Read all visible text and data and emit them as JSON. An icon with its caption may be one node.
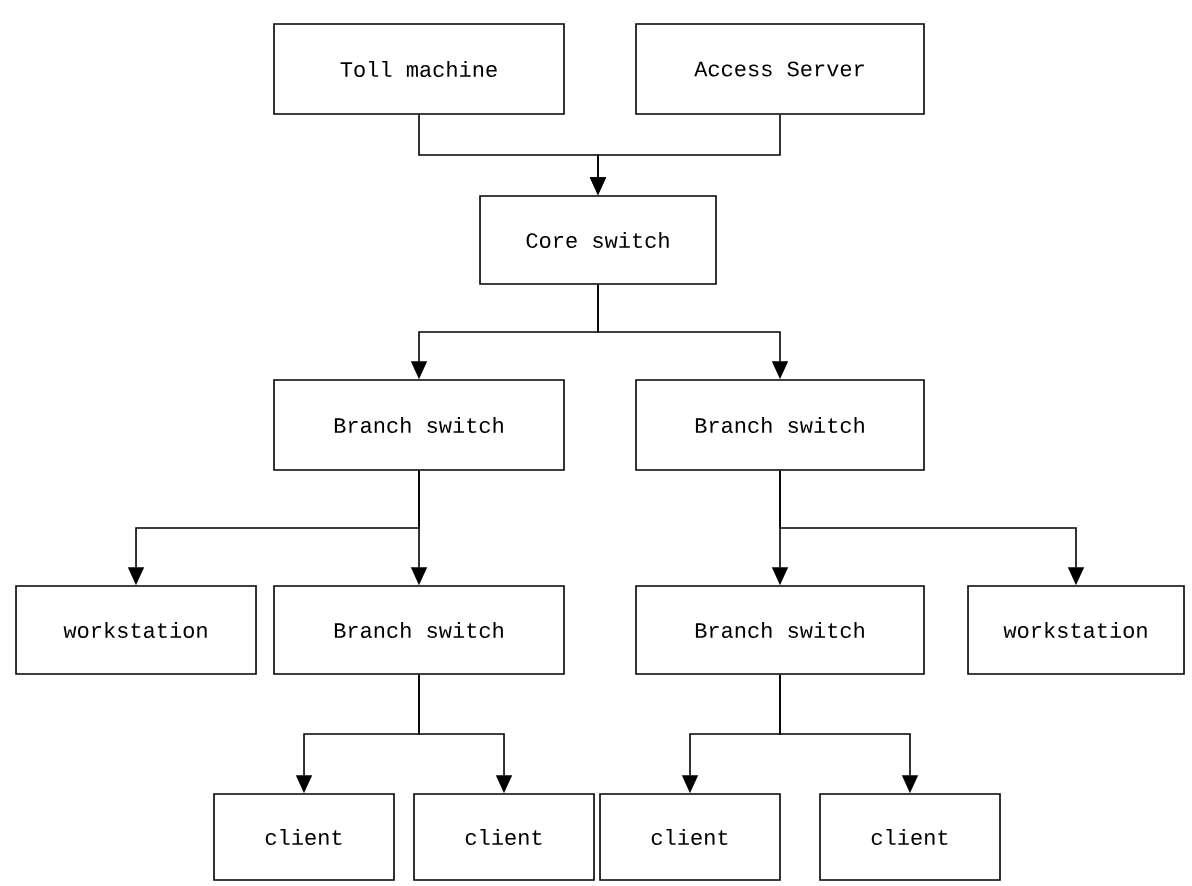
{
  "diagram": {
    "nodes": [
      {
        "text": [
          "Toll machine"
        ]
      },
      {
        "text": [
          "Access Server"
        ]
      },
      {
        "text": [
          "Core switch"
        ]
      },
      {
        "text": [
          "Branch switch"
        ]
      },
      {
        "text": [
          "Branch switch"
        ]
      },
      {
        "text": [
          "workstation"
        ]
      },
      {
        "text": [
          "Branch switch"
        ]
      },
      {
        "text": [
          "Branch switch"
        ]
      },
      {
        "text": [
          "workstation"
        ]
      },
      {
        "text": [
          "client"
        ]
      },
      {
        "text": [
          "client"
        ]
      },
      {
        "text": [
          "client"
        ]
      },
      {
        "text": [
          "client"
        ]
      }
    ],
    "edges": [
      {
        "from": 0,
        "to": 2,
        "arrow": "to"
      },
      {
        "from": 1,
        "to": 2,
        "arrow": "to"
      },
      {
        "from": 2,
        "to": 3,
        "arrow": "to"
      },
      {
        "from": 2,
        "to": 4,
        "arrow": "to"
      },
      {
        "from": 3,
        "to": 5,
        "arrow": "to"
      },
      {
        "from": 3,
        "to": 6,
        "arrow": "to"
      },
      {
        "from": 4,
        "to": 7,
        "arrow": "to"
      },
      {
        "from": 4,
        "to": 8,
        "arrow": "to"
      },
      {
        "from": 6,
        "to": 9,
        "arrow": "to"
      },
      {
        "from": 6,
        "to": 10,
        "arrow": "to"
      },
      {
        "from": 7,
        "to": 11,
        "arrow": "to"
      },
      {
        "from": 7,
        "to": 12,
        "arrow": "to"
      }
    ]
  }
}
